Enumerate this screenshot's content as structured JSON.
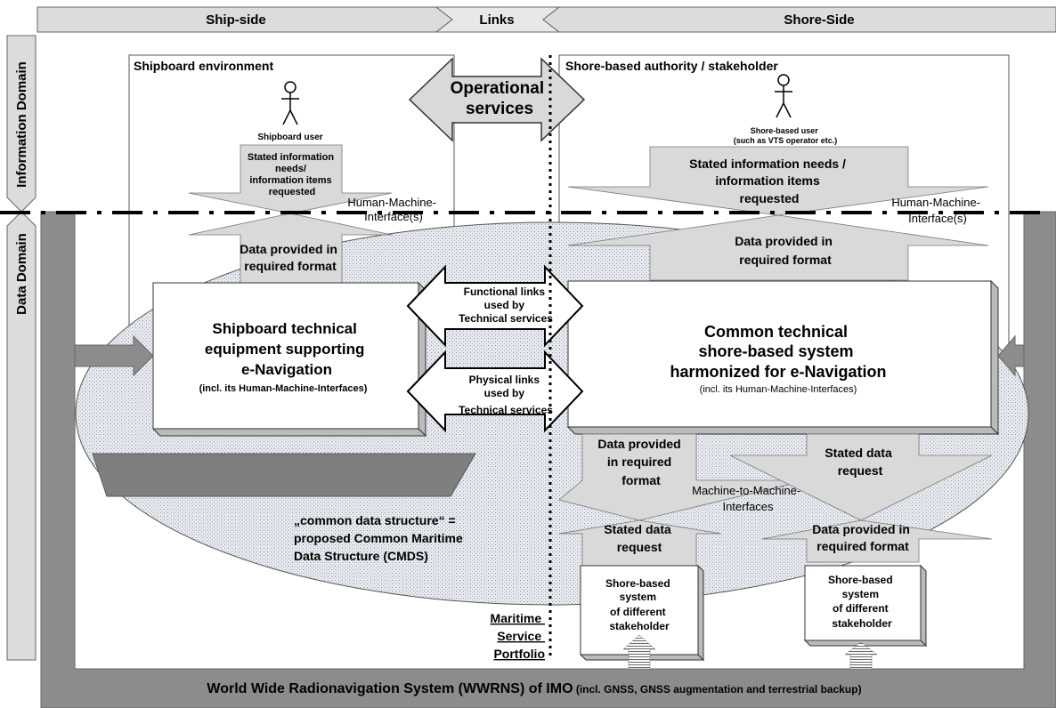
{
  "header": {
    "ship_side": "Ship-side",
    "links": "Links",
    "shore_side": "Shore-Side"
  },
  "domains": {
    "information": "Information Domain",
    "data": "Data Domain"
  },
  "environments": {
    "shipboard": "Shipboard environment",
    "shore": "Shore-based authority / stakeholder"
  },
  "operational_services": [
    "Operational",
    "services"
  ],
  "users": {
    "shipboard": "Shipboard user",
    "shore": [
      "Shore-based user",
      "(such as VTS operator etc.)"
    ]
  },
  "ship_info_needs": [
    "Stated information",
    "needs/",
    "information items",
    "requested"
  ],
  "shore_info_needs": [
    "Stated information needs /",
    "information items",
    "requested"
  ],
  "hmi_left": [
    "Human-Machine-",
    "Interface(s)"
  ],
  "hmi_right": [
    "Human-Machine-",
    "Interface(s)"
  ],
  "ship_data_provided": [
    "Data provided in",
    "required format"
  ],
  "shore_data_provided": [
    "Data provided in",
    "required format"
  ],
  "ship_equipment": {
    "lines": [
      "Shipboard technical",
      "equipment supporting",
      "e-Navigation"
    ],
    "note": "(incl. its Human-Machine-Interfaces)"
  },
  "shore_system": {
    "lines": [
      "Common technical",
      "shore-based system",
      "harmonized for e-Navigation"
    ],
    "note": "(incl. its Human-Machine-Interfaces)"
  },
  "functional_links": [
    "Functional links",
    "used by",
    "Technical services"
  ],
  "physical_links": [
    "Physical links",
    "used by",
    "Technical services"
  ],
  "m2m": {
    "top_left": [
      "Data provided",
      "in required",
      "format"
    ],
    "top_right": [
      "Stated data",
      "request"
    ],
    "label": [
      "Machine-to-Machine-",
      "Interfaces"
    ],
    "bottom_left": [
      "Stated data",
      "request"
    ],
    "bottom_right": [
      "Data provided in",
      "required format"
    ]
  },
  "cmds": [
    "„common data structure“ =",
    "proposed Common Maritime",
    "Data Structure (CMDS)"
  ],
  "stakeholder_box_left": [
    "Shore-based",
    "system",
    "of different",
    "stakeholder"
  ],
  "stakeholder_box_right": [
    "Shore-based",
    "system",
    "of different",
    "stakeholder"
  ],
  "maritime_service_portfolio": [
    "Maritime",
    "Service",
    "Portfolio"
  ],
  "wwrns": {
    "main": "World Wide Radionavigation System (WWRNS) of IMO",
    "note": " (incl. GNSS, GNSS augmentation and terrestrial backup)"
  },
  "colors": {
    "arrow_fill": "#d9d9d9",
    "frame_gray": "#8c8c8c",
    "ship_hull": "#7f7f7f"
  }
}
